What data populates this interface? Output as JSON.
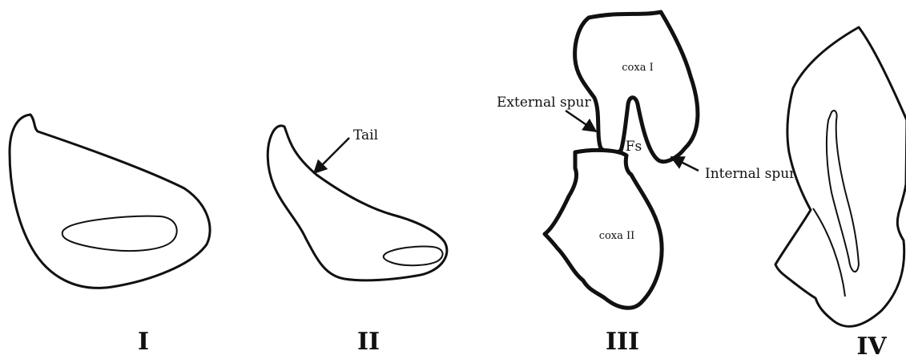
{
  "panels": {
    "I": {
      "numeral": "I"
    },
    "II": {
      "numeral": "II",
      "tail_label": "Tail"
    },
    "III": {
      "numeral": "III",
      "coxa1_label": "coxa I",
      "coxa2_label": "coxa II",
      "fs_label": "Fs",
      "external_spur_label": "External spur",
      "internal_spur_label": "Internal spur"
    },
    "IV": {
      "numeral": "IV"
    }
  },
  "colors": {
    "stroke": "#111111",
    "background": "#ffffff"
  }
}
